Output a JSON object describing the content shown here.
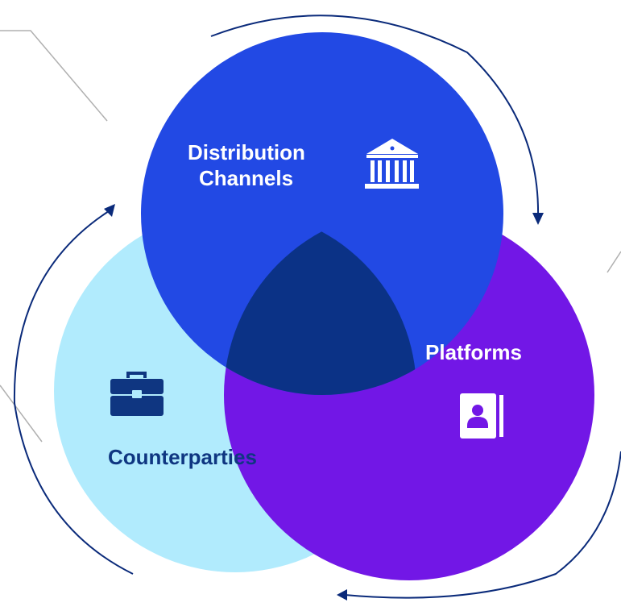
{
  "diagram": {
    "type": "venn",
    "circles": [
      {
        "id": "distribution",
        "label_lines": [
          "Distribution",
          "Channels"
        ],
        "icon": "bank-icon",
        "fill": "#2249e4",
        "text_color": "#ffffff"
      },
      {
        "id": "platforms",
        "label_lines": [
          "Platforms"
        ],
        "icon": "contact-book-icon",
        "fill": "#7217e6",
        "text_color": "#ffffff"
      },
      {
        "id": "counterparties",
        "label_lines": [
          "Counterparties"
        ],
        "icon": "briefcase-icon",
        "fill": "#b1ebfd",
        "text_color": "#0f3681"
      }
    ],
    "center_fill": "#0b3286",
    "cycle_arrow_color": "#0a2a7a",
    "leader_line_color": "#b0b0b0"
  }
}
